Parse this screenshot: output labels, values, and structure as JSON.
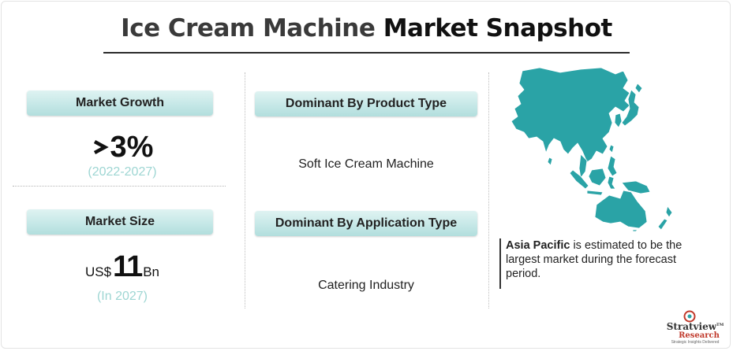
{
  "title": {
    "part1": "Ice Cream Machine",
    "part2": "Market Snapshot"
  },
  "growth": {
    "label": "Market Growth",
    "value": "3%",
    "period": "(2022-2027)"
  },
  "size": {
    "label": "Market Size",
    "prefix": "US$",
    "value": "11",
    "suffix": "Bn",
    "period": "(In 2027)"
  },
  "product": {
    "label": "Dominant By Product Type",
    "value": "Soft Ice Cream Machine"
  },
  "application": {
    "label": "Dominant By Application Type",
    "value": "Catering Industry"
  },
  "region": {
    "name": "Asia Pacific",
    "text": "is estimated to be the largest market during the forecast period."
  },
  "logo": {
    "name1": "Stratview",
    "name2": "Research",
    "tagline": "Strategic Insights Delivered",
    "tm": "TM"
  },
  "colors": {
    "accent": "#2aa3a6",
    "pill": "#c6e8e7",
    "muted_teal": "#9ed6d3"
  }
}
